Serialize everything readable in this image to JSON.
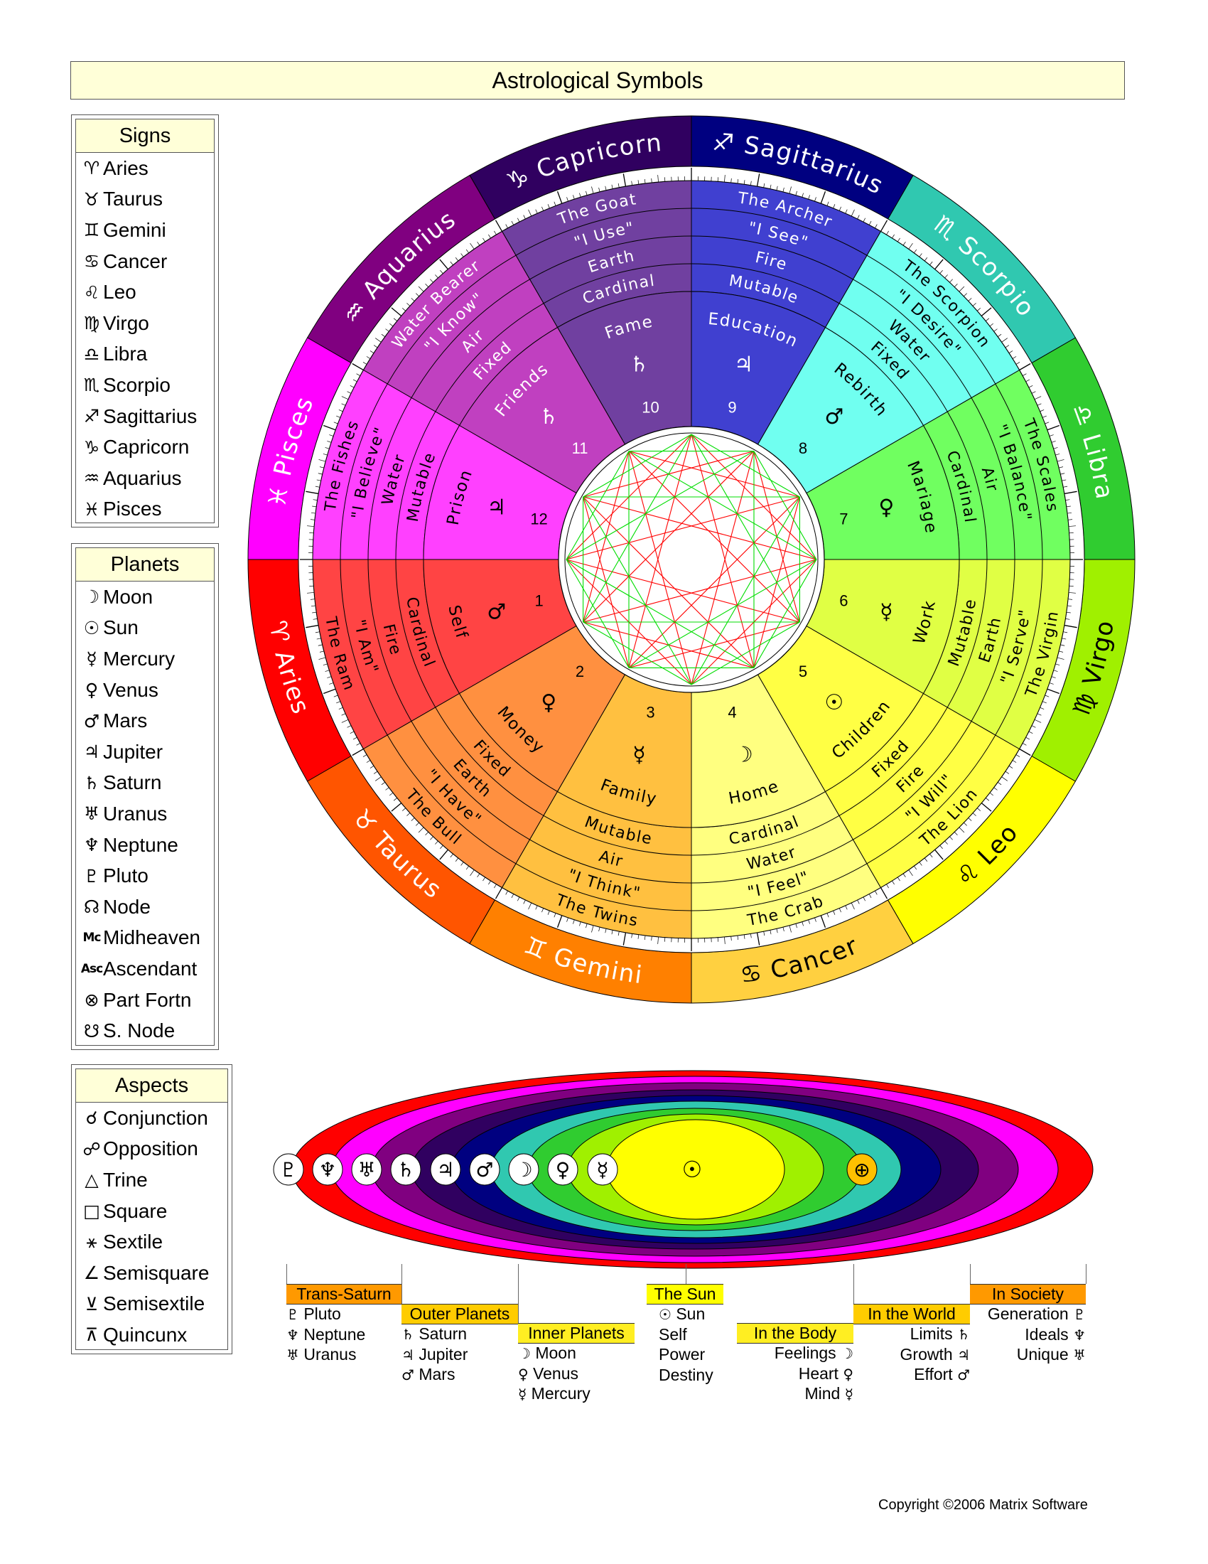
{
  "title": "Astrological Symbols",
  "signs_panel": {
    "heading": "Signs",
    "items": [
      {
        "glyph": "♈︎",
        "label": "Aries"
      },
      {
        "glyph": "♉︎",
        "label": "Taurus"
      },
      {
        "glyph": "♊︎",
        "label": "Gemini"
      },
      {
        "glyph": "♋︎",
        "label": "Cancer"
      },
      {
        "glyph": "♌︎",
        "label": "Leo"
      },
      {
        "glyph": "♍︎",
        "label": "Virgo"
      },
      {
        "glyph": "♎︎",
        "label": "Libra"
      },
      {
        "glyph": "♏︎",
        "label": "Scorpio"
      },
      {
        "glyph": "♐︎",
        "label": "Sagittarius"
      },
      {
        "glyph": "♑︎",
        "label": "Capricorn"
      },
      {
        "glyph": "♒︎",
        "label": "Aquarius"
      },
      {
        "glyph": "♓︎",
        "label": "Pisces"
      }
    ]
  },
  "planets_panel": {
    "heading": "Planets",
    "items": [
      {
        "glyph": "☽",
        "label": "Moon"
      },
      {
        "glyph": "☉",
        "label": "Sun"
      },
      {
        "glyph": "☿",
        "label": "Mercury"
      },
      {
        "glyph": "♀",
        "label": "Venus"
      },
      {
        "glyph": "♂",
        "label": "Mars"
      },
      {
        "glyph": "♃",
        "label": "Jupiter"
      },
      {
        "glyph": "♄",
        "label": "Saturn"
      },
      {
        "glyph": "♅",
        "label": "Uranus"
      },
      {
        "glyph": "♆",
        "label": "Neptune"
      },
      {
        "glyph": "♇",
        "label": "Pluto"
      },
      {
        "glyph": "☊",
        "label": "Node"
      },
      {
        "glyph": "Mc",
        "label": "Midheaven",
        "small": true
      },
      {
        "glyph": "Asc",
        "label": "Ascendant",
        "small": true
      },
      {
        "glyph": "⊗",
        "label": "Part Fortn"
      },
      {
        "glyph": "☋",
        "label": "S. Node"
      }
    ]
  },
  "aspects_panel": {
    "heading": "Aspects",
    "items": [
      {
        "glyph": "☌",
        "label": "Conjunction"
      },
      {
        "glyph": "☍",
        "label": "Opposition"
      },
      {
        "glyph": "△",
        "label": "Trine"
      },
      {
        "glyph": "□",
        "label": "Square"
      },
      {
        "glyph": "⚹",
        "label": "Sextile"
      },
      {
        "glyph": "∠",
        "label": "Semisquare"
      },
      {
        "glyph": "⊻",
        "label": "Semisextile"
      },
      {
        "glyph": "⊼",
        "label": "Quincunx"
      }
    ]
  },
  "wheel": {
    "signs": [
      {
        "name": "Aries",
        "glyph": "♈︎",
        "outer": "#FF0000",
        "inner": "#FF4444",
        "details": [
          "The Ram",
          "\"I Am\"",
          "Fire",
          "Cardinal"
        ]
      },
      {
        "name": "Taurus",
        "glyph": "♉︎",
        "outer": "#FF5500",
        "inner": "#FF9040",
        "details": [
          "The Bull",
          "\"I Have\"",
          "Earth",
          "Fixed"
        ]
      },
      {
        "name": "Gemini",
        "glyph": "♊︎",
        "outer": "#FF8000",
        "inner": "#FFC040",
        "details": [
          "The Twins",
          "\"I Think\"",
          "Air",
          "Mutable"
        ]
      },
      {
        "name": "Cancer",
        "glyph": "♋︎",
        "outer": "#FFD040",
        "inner": "#FFFF80",
        "details": [
          "The Crab",
          "\"I Feel\"",
          "Water",
          "Cardinal"
        ]
      },
      {
        "name": "Leo",
        "glyph": "♌︎",
        "outer": "#FFFF00",
        "inner": "#FFFF44",
        "details": [
          "The Lion",
          "\"I Will\"",
          "Fire",
          "Fixed"
        ]
      },
      {
        "name": "Virgo",
        "glyph": "♍︎",
        "outer": "#A0F000",
        "inner": "#E0FF44",
        "details": [
          "The Virgin",
          "\"I Serve\"",
          "Earth",
          "Mutable"
        ]
      },
      {
        "name": "Libra",
        "glyph": "♎︎",
        "outer": "#30CC30",
        "inner": "#70FF60",
        "details": [
          "The Scales",
          "\"I Balance\"",
          "Air",
          "Cardinal"
        ]
      },
      {
        "name": "Scorpio",
        "glyph": "♏︎",
        "outer": "#30C8B0",
        "inner": "#70FFF0",
        "details": [
          "The Scorpion",
          "\"I Desire\"",
          "Water",
          "Fixed"
        ]
      },
      {
        "name": "Sagittarius",
        "glyph": "♐︎",
        "outer": "#000080",
        "inner": "#4040D0",
        "details": [
          "The Archer",
          "\"I See\"",
          "Fire",
          "Mutable"
        ]
      },
      {
        "name": "Capricorn",
        "glyph": "♑︎",
        "outer": "#300060",
        "inner": "#7040A0",
        "details": [
          "The Goat",
          "\"I Use\"",
          "Earth",
          "Cardinal"
        ]
      },
      {
        "name": "Aquarius",
        "glyph": "♒︎",
        "outer": "#800080",
        "inner": "#C040C0",
        "details": [
          "Water Bearer",
          "\"I Know\"",
          "Air",
          "Fixed"
        ]
      },
      {
        "name": "Pisces",
        "glyph": "♓︎",
        "outer": "#FF00FF",
        "inner": "#FF40FF",
        "details": [
          "The Fishes",
          "\"I Believe\"",
          "Water",
          "Mutable"
        ]
      }
    ],
    "houses": [
      {
        "number": "1",
        "name": "Self",
        "glyph": "♂"
      },
      {
        "number": "2",
        "name": "Money",
        "glyph": "♀"
      },
      {
        "number": "3",
        "name": "Family",
        "glyph": "☿"
      },
      {
        "number": "4",
        "name": "Home",
        "glyph": "☽"
      },
      {
        "number": "5",
        "name": "Children",
        "glyph": "☉"
      },
      {
        "number": "6",
        "name": "Work",
        "glyph": "☿"
      },
      {
        "number": "7",
        "name": "Mariage",
        "glyph": "♀"
      },
      {
        "number": "8",
        "name": "Rebirth",
        "glyph": "♂"
      },
      {
        "number": "9",
        "name": "Education",
        "glyph": "♃"
      },
      {
        "number": "10",
        "name": "Fame",
        "glyph": "♄"
      },
      {
        "number": "11",
        "name": "Friends",
        "glyph": "♄"
      },
      {
        "number": "12",
        "name": "Prison",
        "glyph": "♃"
      }
    ],
    "aspect_colors": {
      "harmonious": "#00DD00",
      "challenging": "#FF0000"
    }
  },
  "orbits": {
    "ring_colors": [
      "#FF0000",
      "#FF00FF",
      "#800080",
      "#300060",
      "#000080",
      "#30C8B0",
      "#30CC30",
      "#A0F000",
      "#FFFF00"
    ],
    "planets": [
      {
        "name": "pluto",
        "glyph": "♇"
      },
      {
        "name": "neptune",
        "glyph": "♆"
      },
      {
        "name": "uranus",
        "glyph": "♅"
      },
      {
        "name": "saturn",
        "glyph": "♄"
      },
      {
        "name": "jupiter",
        "glyph": "♃"
      },
      {
        "name": "mars",
        "glyph": "♂"
      },
      {
        "name": "moon",
        "glyph": "☽"
      },
      {
        "name": "venus",
        "glyph": "♀"
      },
      {
        "name": "mercury",
        "glyph": "☿"
      }
    ],
    "sun_glyph": "☉",
    "earth_glyph": "⊕",
    "earth_color": "#FFC000"
  },
  "legend": {
    "trans_saturn": {
      "heading": "Trans-Saturn",
      "color": "#FF9900",
      "lines": [
        [
          "♇",
          "Pluto"
        ],
        [
          "♆",
          "Neptune"
        ],
        [
          "♅",
          "Uranus"
        ]
      ]
    },
    "outer_planets": {
      "heading": "Outer Planets",
      "color": "#FFCC00",
      "lines": [
        [
          "♄",
          "Saturn"
        ],
        [
          "♃",
          "Jupiter"
        ],
        [
          "♂",
          "Mars"
        ]
      ]
    },
    "inner_planets": {
      "heading": "Inner Planets",
      "color": "#FFEE22",
      "lines": [
        [
          "☽",
          "Moon"
        ],
        [
          "♀",
          "Venus"
        ],
        [
          "☿",
          "Mercury"
        ]
      ]
    },
    "the_sun": {
      "heading": "The Sun",
      "color": "#FFFF00",
      "lines": [
        [
          "☉",
          "Sun"
        ],
        [
          "",
          "Self"
        ],
        [
          "",
          "Power"
        ],
        [
          "",
          "Destiny"
        ]
      ]
    },
    "in_the_body": {
      "heading": "In the Body",
      "color": "#FFEE22",
      "lines": [
        [
          "☽",
          "Feelings"
        ],
        [
          "♀",
          "Heart"
        ],
        [
          "☿",
          "Mind"
        ]
      ]
    },
    "in_the_world": {
      "heading": "In the World",
      "color": "#FFCC00",
      "lines": [
        [
          "♄",
          "Limits"
        ],
        [
          "♃",
          "Growth"
        ],
        [
          "♂",
          "Effort"
        ]
      ]
    },
    "in_society": {
      "heading": "In Society",
      "color": "#FF9900",
      "lines": [
        [
          "♇",
          "Generation"
        ],
        [
          "♆",
          "Ideals"
        ],
        [
          "♅",
          "Unique"
        ]
      ]
    }
  },
  "copyright": "Copyright ©2006 Matrix Software"
}
